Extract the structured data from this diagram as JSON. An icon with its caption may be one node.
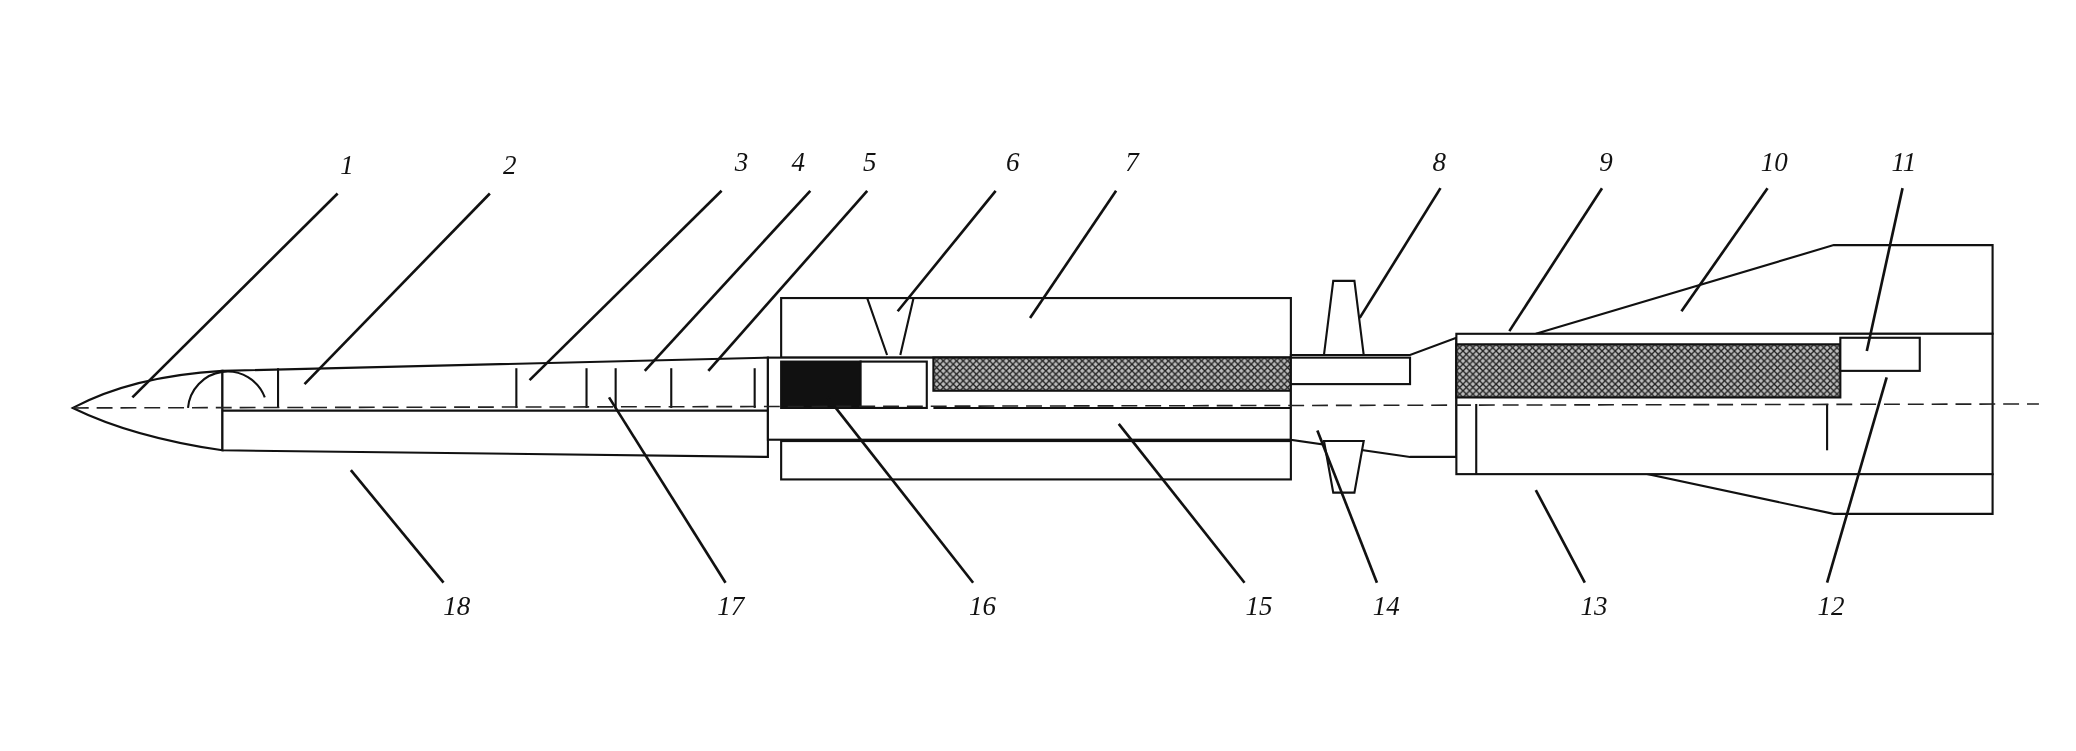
{
  "diagram": {
    "nodes": [
      {
        "text": [
          "1"
        ]
      },
      {
        "text": [
          "2"
        ]
      },
      {
        "text": [
          "3"
        ]
      },
      {
        "text": [
          "4"
        ]
      },
      {
        "text": [
          "5"
        ]
      },
      {
        "text": [
          "6"
        ]
      },
      {
        "text": [
          "7"
        ]
      },
      {
        "text": [
          "8"
        ]
      },
      {
        "text": [
          "9"
        ]
      },
      {
        "text": [
          "10"
        ]
      },
      {
        "text": [
          "11"
        ]
      },
      {
        "text": [
          "18"
        ]
      },
      {
        "text": [
          "17"
        ]
      },
      {
        "text": [
          "16"
        ]
      },
      {
        "text": [
          "15"
        ]
      },
      {
        "text": [
          "14"
        ]
      },
      {
        "text": [
          "13"
        ]
      },
      {
        "text": [
          "12"
        ]
      }
    ],
    "edges": [
      {
        "from": 0,
        "to": null,
        "arrow": "none"
      },
      {
        "from": 1,
        "to": null,
        "arrow": "none"
      },
      {
        "from": 2,
        "to": null,
        "arrow": "none"
      },
      {
        "from": 3,
        "to": null,
        "arrow": "none"
      },
      {
        "from": 4,
        "to": null,
        "arrow": "none"
      },
      {
        "from": 5,
        "to": null,
        "arrow": "none"
      },
      {
        "from": 6,
        "to": null,
        "arrow": "none"
      },
      {
        "from": 7,
        "to": null,
        "arrow": "none"
      },
      {
        "from": 8,
        "to": null,
        "arrow": "none"
      },
      {
        "from": 9,
        "to": null,
        "arrow": "none"
      },
      {
        "from": 10,
        "to": null,
        "arrow": "none"
      },
      {
        "from": 11,
        "to": null,
        "arrow": "none"
      },
      {
        "from": 12,
        "to": null,
        "arrow": "none"
      },
      {
        "from": 13,
        "to": null,
        "arrow": "none"
      },
      {
        "from": 14,
        "to": null,
        "arrow": "none"
      },
      {
        "from": 15,
        "to": null,
        "arrow": "none"
      },
      {
        "from": 16,
        "to": null,
        "arrow": "none"
      },
      {
        "from": 17,
        "to": null,
        "arrow": "none"
      }
    ]
  }
}
